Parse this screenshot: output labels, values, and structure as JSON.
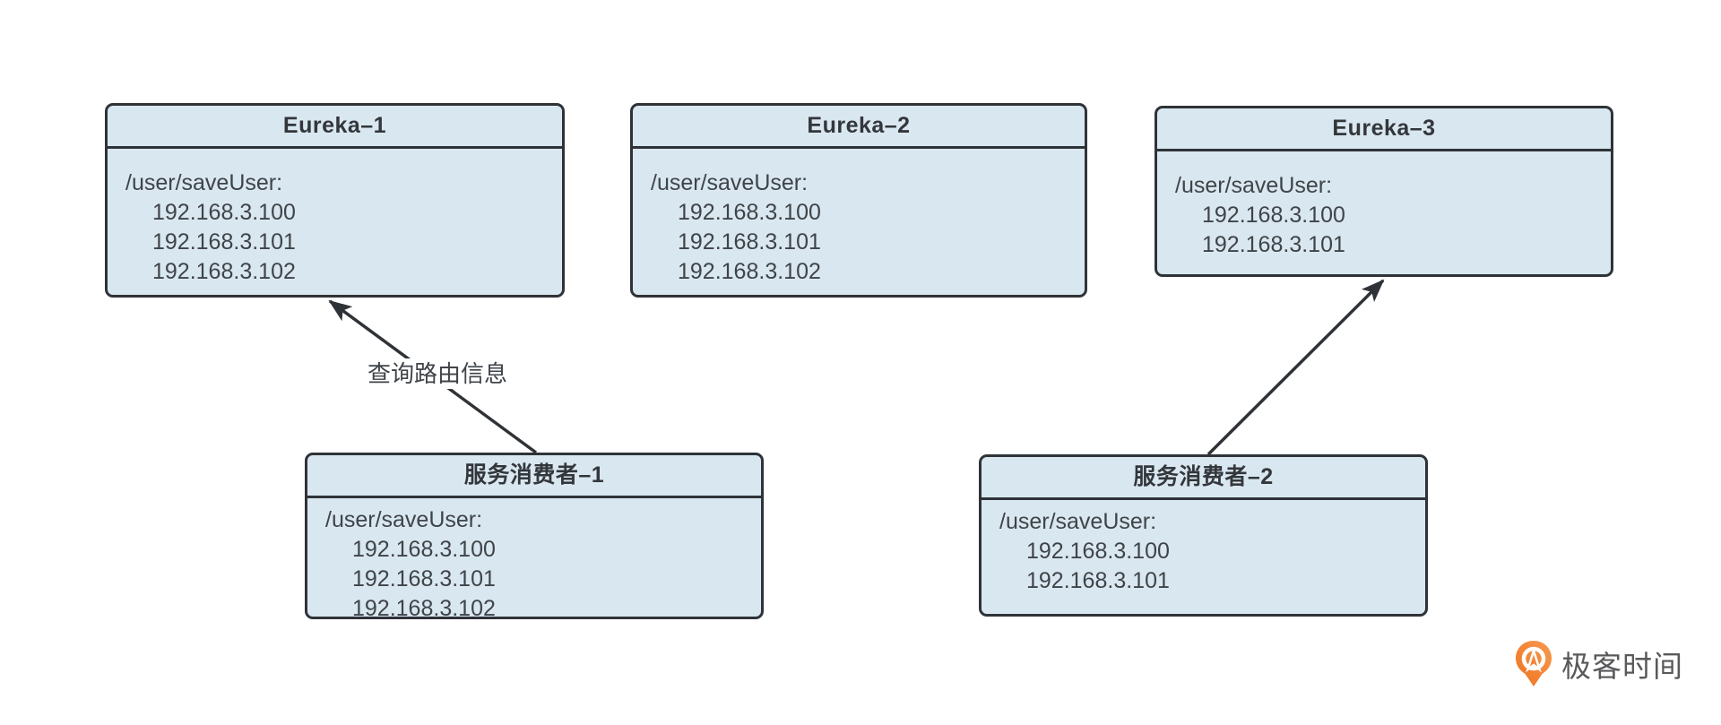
{
  "diagram": {
    "title": "Eureka service registry routing diagram",
    "background": "#ffffff"
  },
  "colors": {
    "node_fill": "#d9e7f0",
    "node_border": "#2f3337",
    "text": "#3f4449",
    "arrow": "#2f3337",
    "logo_orange": "#ee731f",
    "logo_orange_light": "#f79a50",
    "logo_text_color": "#58595b"
  },
  "nodes": [
    {
      "id": "eureka-1",
      "title": "Eureka–1",
      "route": "/user/saveUser:",
      "ips": [
        "192.168.3.100",
        "192.168.3.101",
        "192.168.3.102"
      ]
    },
    {
      "id": "eureka-2",
      "title": "Eureka–2",
      "route": "/user/saveUser:",
      "ips": [
        "192.168.3.100",
        "192.168.3.101",
        "192.168.3.102"
      ]
    },
    {
      "id": "eureka-3",
      "title": "Eureka–3",
      "route": "/user/saveUser:",
      "ips": [
        "192.168.3.100",
        "192.168.3.101"
      ]
    },
    {
      "id": "consumer-1",
      "title": "服务消费者–1",
      "route": "/user/saveUser:",
      "ips": [
        "192.168.3.100",
        "192.168.3.101",
        "192.168.3.102"
      ]
    },
    {
      "id": "consumer-2",
      "title": "服务消费者–2",
      "route": "/user/saveUser:",
      "ips": [
        "192.168.3.100",
        "192.168.3.101"
      ]
    }
  ],
  "arrows": [
    {
      "from": "consumer-1",
      "to": "eureka-1",
      "label": "查询路由信息"
    },
    {
      "from": "consumer-2",
      "to": "eureka-3",
      "label": ""
    }
  ],
  "logo": {
    "text": "极客时间"
  }
}
